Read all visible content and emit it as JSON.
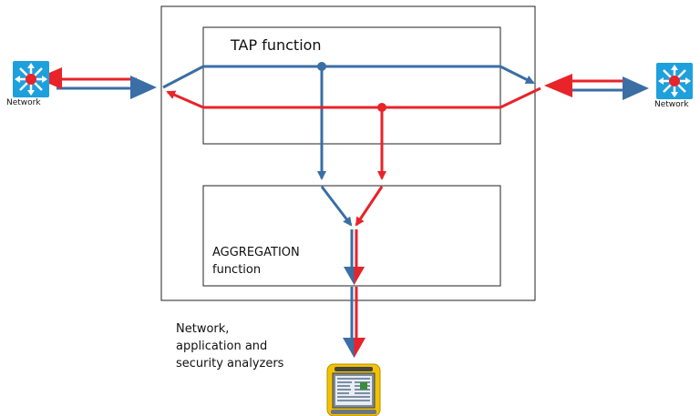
{
  "diagram": {
    "tap_function": {
      "title": "TAP function"
    },
    "aggregation_function": {
      "title_lines": [
        "AGGREGATION",
        "function"
      ]
    },
    "network_left": {
      "label": "Network",
      "icon": "network-switch-icon"
    },
    "network_right": {
      "label": "Network",
      "icon": "network-switch-icon"
    },
    "analyzers": {
      "label_lines": [
        "Network,",
        "application and",
        "security analyzers"
      ],
      "icon": "handheld-analyzer-icon"
    }
  },
  "colors": {
    "blue": "#3a6ea5",
    "red": "#e8232a",
    "switch_bg": "#1ea0dc",
    "device_frame": "#f2c200"
  }
}
